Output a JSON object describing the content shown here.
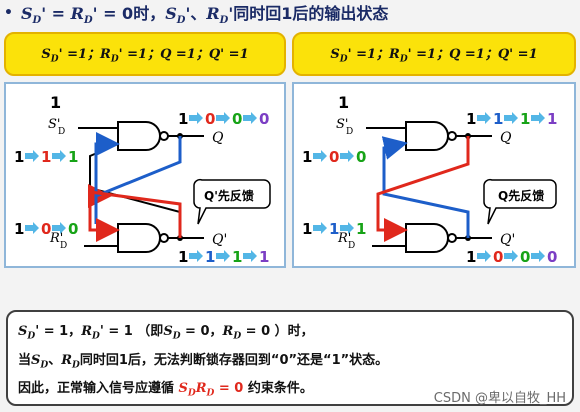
{
  "title": {
    "bullet": "•",
    "sd_eq": "S",
    "rd_eq": "R",
    "text1": "' = ",
    "text2": "' = 0时，",
    "text3": "'、",
    "text4": "'同时回1后的输出状态",
    "sub_d": "D"
  },
  "left": {
    "condition": "SD' =1；RD' =1；Q =1；Q' =1",
    "top_input_value": "1",
    "s_label": "S",
    "s_sub": "D",
    "prime": "'",
    "q_label": "Q",
    "qn_label": "Q'",
    "r_label": "R",
    "q_seq": [
      "1",
      "0",
      "0",
      "0"
    ],
    "in1_seq": [
      "1",
      "1",
      "1"
    ],
    "in2_seq": [
      "1",
      "0",
      "0"
    ],
    "r_value": "1",
    "qn_seq": [
      "1",
      "1",
      "1",
      "1"
    ],
    "callout": "Q'先反馈"
  },
  "right": {
    "condition": "SD' =1；RD' =1；Q =1；Q' =1",
    "top_input_value": "1",
    "q_seq": [
      "1",
      "1",
      "1",
      "1"
    ],
    "in1_seq": [
      "1",
      "0",
      "0"
    ],
    "in2_seq": [
      "1",
      "1",
      "1"
    ],
    "r_value": "1",
    "qn_seq": [
      "1",
      "0",
      "0",
      "0"
    ],
    "callout": "Q先反馈"
  },
  "bottom": {
    "line1": "SD' = 1，RD' = 1 （即SD = 0，RD = 0 ）时，",
    "line2": "当SD、RD同时回1后，无法判断锁存器回到“0”还是“1”状态。",
    "line3a": "因此，正常输入信号应遵循 ",
    "line3b": "SDRD = 0",
    "line3c": " 约束条件。"
  },
  "watermark": "CSDN @卑以自牧_HH",
  "colors": {
    "red": "#e0281c",
    "green": "#17a317",
    "purple": "#7b3ec4",
    "blue": "#1d5ec9",
    "arrow": "#53b6e6"
  }
}
